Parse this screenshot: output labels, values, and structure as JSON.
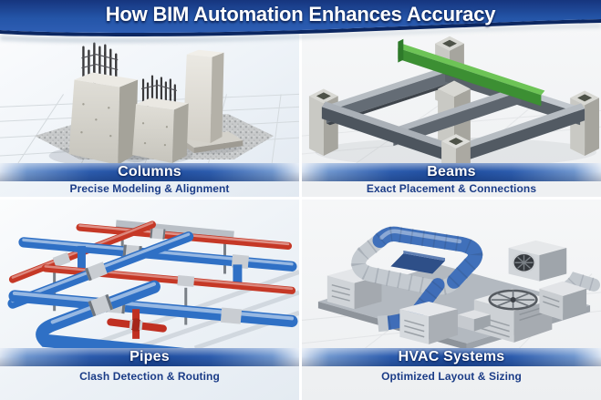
{
  "header": {
    "title": "How BIM Automation Enhances Accuracy"
  },
  "sections": [
    {
      "id": "columns",
      "label": "Columns",
      "subtitle": "Precise Modeling & Alignment"
    },
    {
      "id": "beams",
      "label": "Beams",
      "subtitle": "Exact Placement & Connections"
    },
    {
      "id": "pipes",
      "label": "Pipes",
      "subtitle": "Clash Detection & Routing"
    },
    {
      "id": "hvac",
      "label": "HVAC Systems",
      "subtitle": "Optimized Layout & Sizing"
    }
  ],
  "colors": {
    "banner_blue": "#2255a8",
    "banner_navy_edge": "#0c2761",
    "label_bar_blue": "#1d4b9d",
    "subtitle_navy": "#1b3c87",
    "pipe_blue": "#2f70c5",
    "pipe_red": "#c53826",
    "beam_green": "#55b244",
    "steel_gray": "#5a6269",
    "concrete_gray": "#d6d5cf",
    "duct_blue": "#4070ba",
    "duct_silver": "#c4cad0"
  }
}
